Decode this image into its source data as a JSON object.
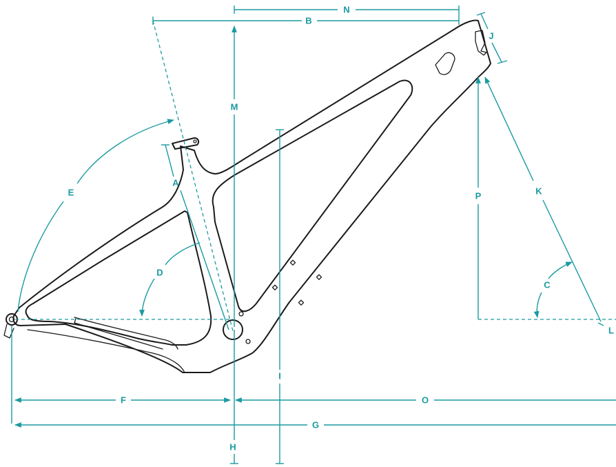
{
  "diagram": {
    "accent_color": "#1a9aa0",
    "frame_color": "#1a1a1a",
    "labels": {
      "A": "A",
      "B": "B",
      "C": "C",
      "D": "D",
      "E": "E",
      "F": "F",
      "G": "G",
      "H": "H",
      "I": "I",
      "J": "J",
      "K": "K",
      "L": "L",
      "M": "M",
      "N": "N",
      "O": "O",
      "P": "P"
    }
  }
}
